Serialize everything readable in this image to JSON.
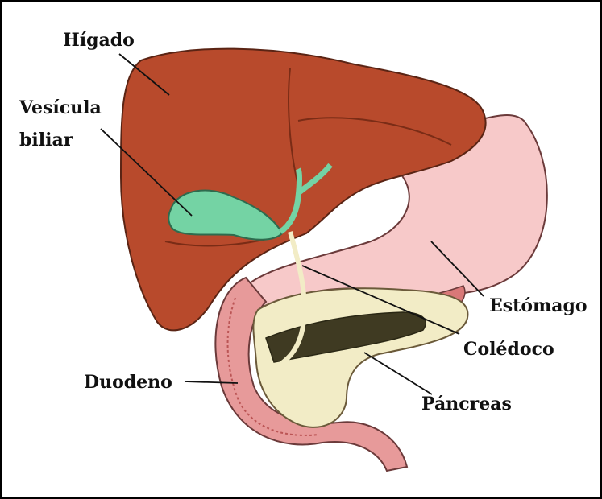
{
  "diagram": {
    "labels": {
      "liver": "Hígado",
      "gallbladder_line1": "Vesícula",
      "gallbladder_line2": "biliar",
      "stomach": "Estómago",
      "bile_duct": "Colédoco",
      "duodenum": "Duodeno",
      "pancreas": "Páncreas"
    },
    "colors": {
      "liver": "#b84a2c",
      "liver_shade": "#9a3a20",
      "gallbladder": "#74d3a4",
      "stomach": "#f5c4c4",
      "duodenum": "#e79a9a",
      "pancreas": "#f2ecc6",
      "pancreatic_duct": "#3f3a22",
      "line": "#111111"
    }
  }
}
